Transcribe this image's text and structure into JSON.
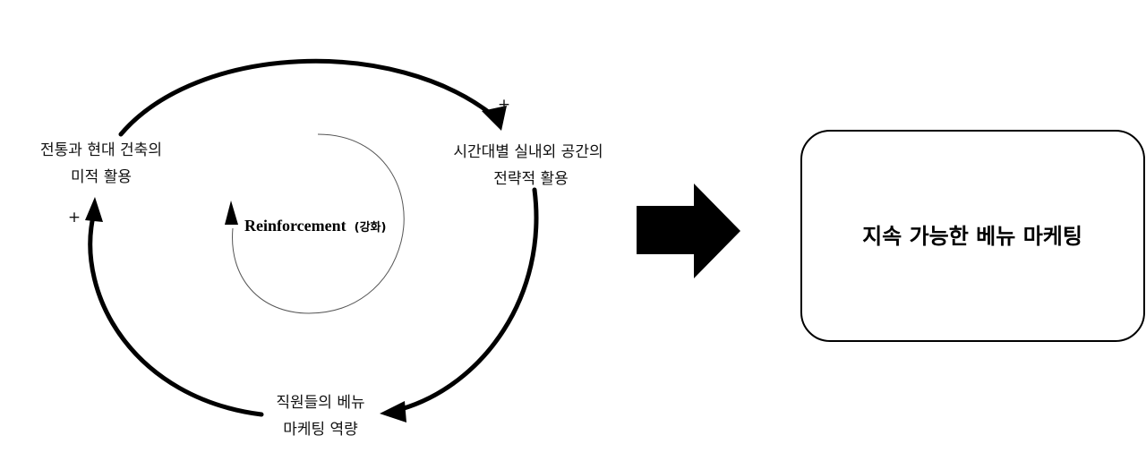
{
  "diagram": {
    "nodes": {
      "top_left": {
        "line1": "전통과 현대 건축의",
        "line2": "미적 활용"
      },
      "top_right": {
        "line1": "시간대별 실내외 공간의",
        "line2": "전략적 활용"
      },
      "bottom": {
        "line1": "직원들의 베뉴",
        "line2": "마케팅 역량"
      }
    },
    "polarity": {
      "top_right": "+",
      "left": "+"
    },
    "loop": {
      "label_en": "Reinforcement",
      "label_ko": "(강화)"
    },
    "result": {
      "text": "지속 가능한 베뉴 마케팅"
    }
  }
}
